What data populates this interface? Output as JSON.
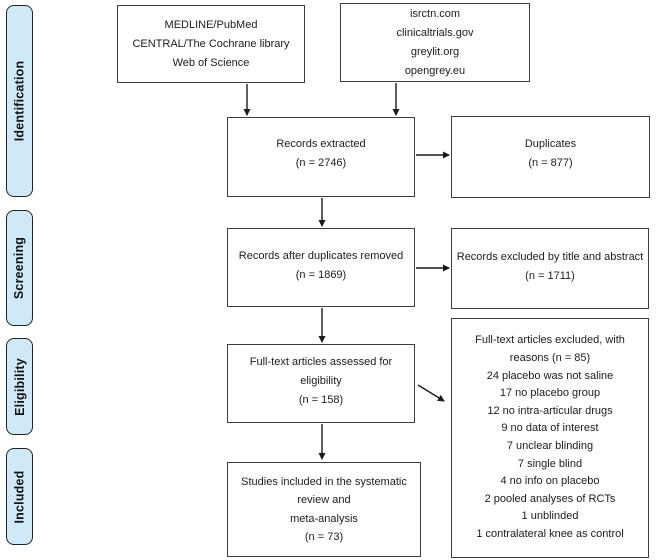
{
  "stages": [
    {
      "id": "identification",
      "label": "Identification"
    },
    {
      "id": "screening",
      "label": "Screening"
    },
    {
      "id": "eligibility",
      "label": "Eligibility"
    },
    {
      "id": "included",
      "label": "Included"
    }
  ],
  "boxes": {
    "databases": {
      "lines": [
        "MEDLINE/PubMed",
        "CENTRAL/The Cochrane library",
        "Web of Science"
      ]
    },
    "registries": {
      "lines": [
        "isrctn.com",
        "clinicaltrials.gov",
        "greylit.org",
        "opengrey.eu"
      ]
    },
    "records_extracted": {
      "lines": [
        "Records extracted",
        "(n = 2746)"
      ],
      "n": 2746
    },
    "duplicates": {
      "lines": [
        "Duplicates",
        "(n = 877)"
      ],
      "n": 877
    },
    "records_after_duplicates": {
      "lines": [
        "Records after duplicates removed",
        "(n = 1869)"
      ],
      "n": 1869
    },
    "records_excluded": {
      "lines": [
        "Records excluded by title and abstract",
        "(n = 1711)"
      ],
      "n": 1711
    },
    "fulltext_assessed": {
      "lines": [
        "Full-text articles assessed for",
        "eligibility",
        "(n = 158)"
      ],
      "n": 158
    },
    "fulltext_excluded": {
      "lines": [
        "Full-text articles excluded, with",
        "reasons (n = 85)",
        "24 placebo was not saline",
        "17 no placebo group",
        "12 no intra-articular drugs",
        "9 no data of interest",
        "7 unclear blinding",
        "7 single blind",
        "4 no info on placebo",
        "2 pooled analyses of RCTs",
        "1 unblinded",
        "1 contralateral knee as control"
      ],
      "n": 85
    },
    "studies_included": {
      "lines": [
        "Studies included in the systematic",
        "review and",
        "meta-analysis",
        "(n = 73)"
      ],
      "n": 73
    }
  },
  "colors": {
    "stage_fill": "#cfe9f9",
    "stage_border": "#222222",
    "box_border": "#3d3d3d",
    "arrow": "#1a1a1a",
    "text": "#1c1c1c",
    "background": "#ffffff"
  }
}
